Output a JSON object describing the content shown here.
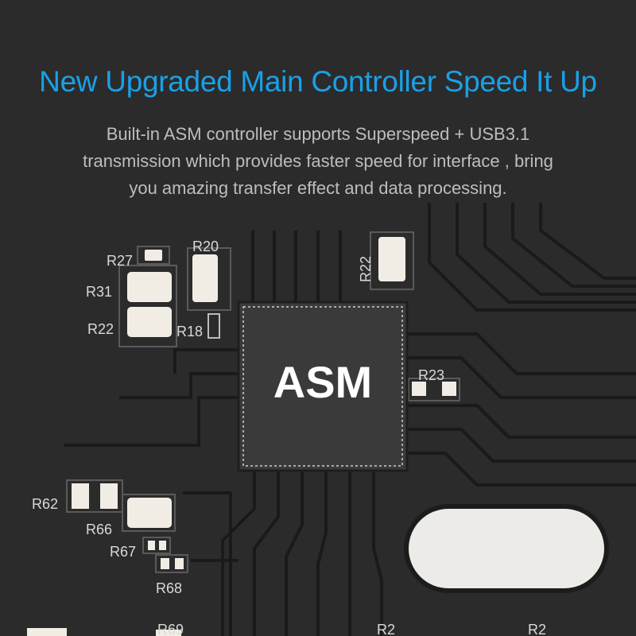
{
  "headline": "New Upgraded Main Controller Speed It Up",
  "description": {
    "line1": "Built-in ASM controller supports Superspeed + USB3.1",
    "line2": "transmission which provides faster speed for interface , bring",
    "line3": "you amazing transfer effect and data processing."
  },
  "board": {
    "chip_label": "ASM",
    "labels": {
      "r27": "R27",
      "r31": "R31",
      "r22_left": "R22",
      "r18": "R18",
      "r20": "R20",
      "r22_top": "R22",
      "r23": "R23",
      "r62": "R62",
      "r66": "R66",
      "r67": "R67",
      "r68": "R68",
      "r69": "R69",
      "r2_bottom": "R2",
      "r2_bottom_right": "R2"
    }
  },
  "colors": {
    "background": "#2b2b2c",
    "headline": "#1aa0e6",
    "body_text": "#bdbdbd",
    "chip": "#3a3a3b",
    "pad": "#f2ede4"
  }
}
